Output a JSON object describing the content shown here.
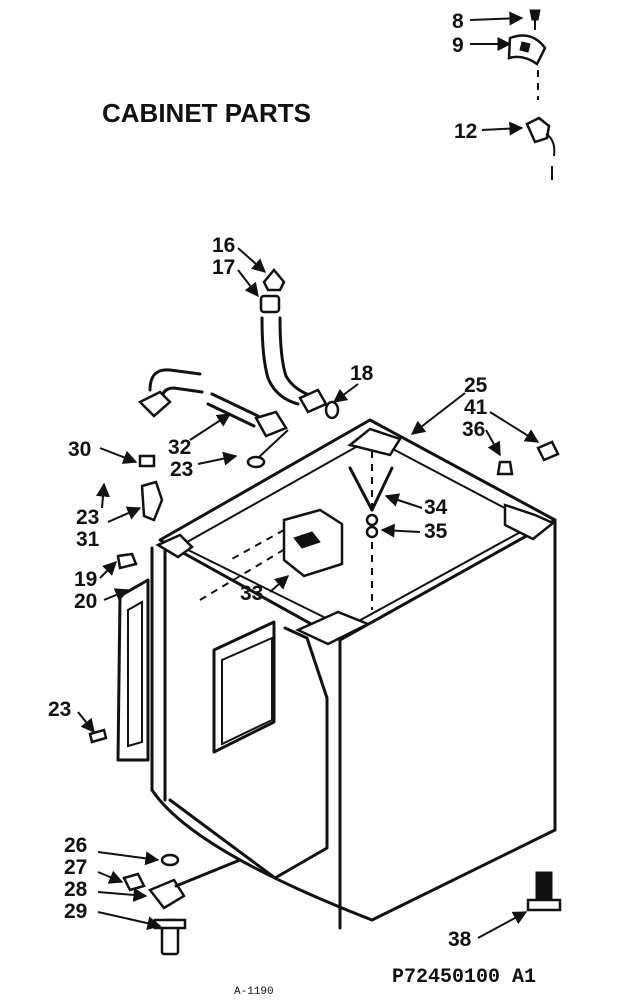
{
  "diagram": {
    "title": "CABINET PARTS",
    "footer_code": "P72450100 A1",
    "small_code": "A-1190",
    "callouts": [
      {
        "id": "c8",
        "text": "8"
      },
      {
        "id": "c9",
        "text": "9"
      },
      {
        "id": "c12",
        "text": "12"
      },
      {
        "id": "c16",
        "text": "16"
      },
      {
        "id": "c17",
        "text": "17"
      },
      {
        "id": "c18",
        "text": "18"
      },
      {
        "id": "c25",
        "text": "25"
      },
      {
        "id": "c41",
        "text": "41"
      },
      {
        "id": "c36",
        "text": "36"
      },
      {
        "id": "c30",
        "text": "30"
      },
      {
        "id": "c32",
        "text": "32"
      },
      {
        "id": "c23a",
        "text": "23"
      },
      {
        "id": "c23b",
        "text": "23"
      },
      {
        "id": "c31",
        "text": "31"
      },
      {
        "id": "c34",
        "text": "34"
      },
      {
        "id": "c35",
        "text": "35"
      },
      {
        "id": "c19",
        "text": "19"
      },
      {
        "id": "c20",
        "text": "20"
      },
      {
        "id": "c33",
        "text": "33"
      },
      {
        "id": "c23c",
        "text": "23"
      },
      {
        "id": "c26",
        "text": "26"
      },
      {
        "id": "c27",
        "text": "27"
      },
      {
        "id": "c28",
        "text": "28"
      },
      {
        "id": "c29",
        "text": "29"
      },
      {
        "id": "c38",
        "text": "38"
      }
    ]
  }
}
